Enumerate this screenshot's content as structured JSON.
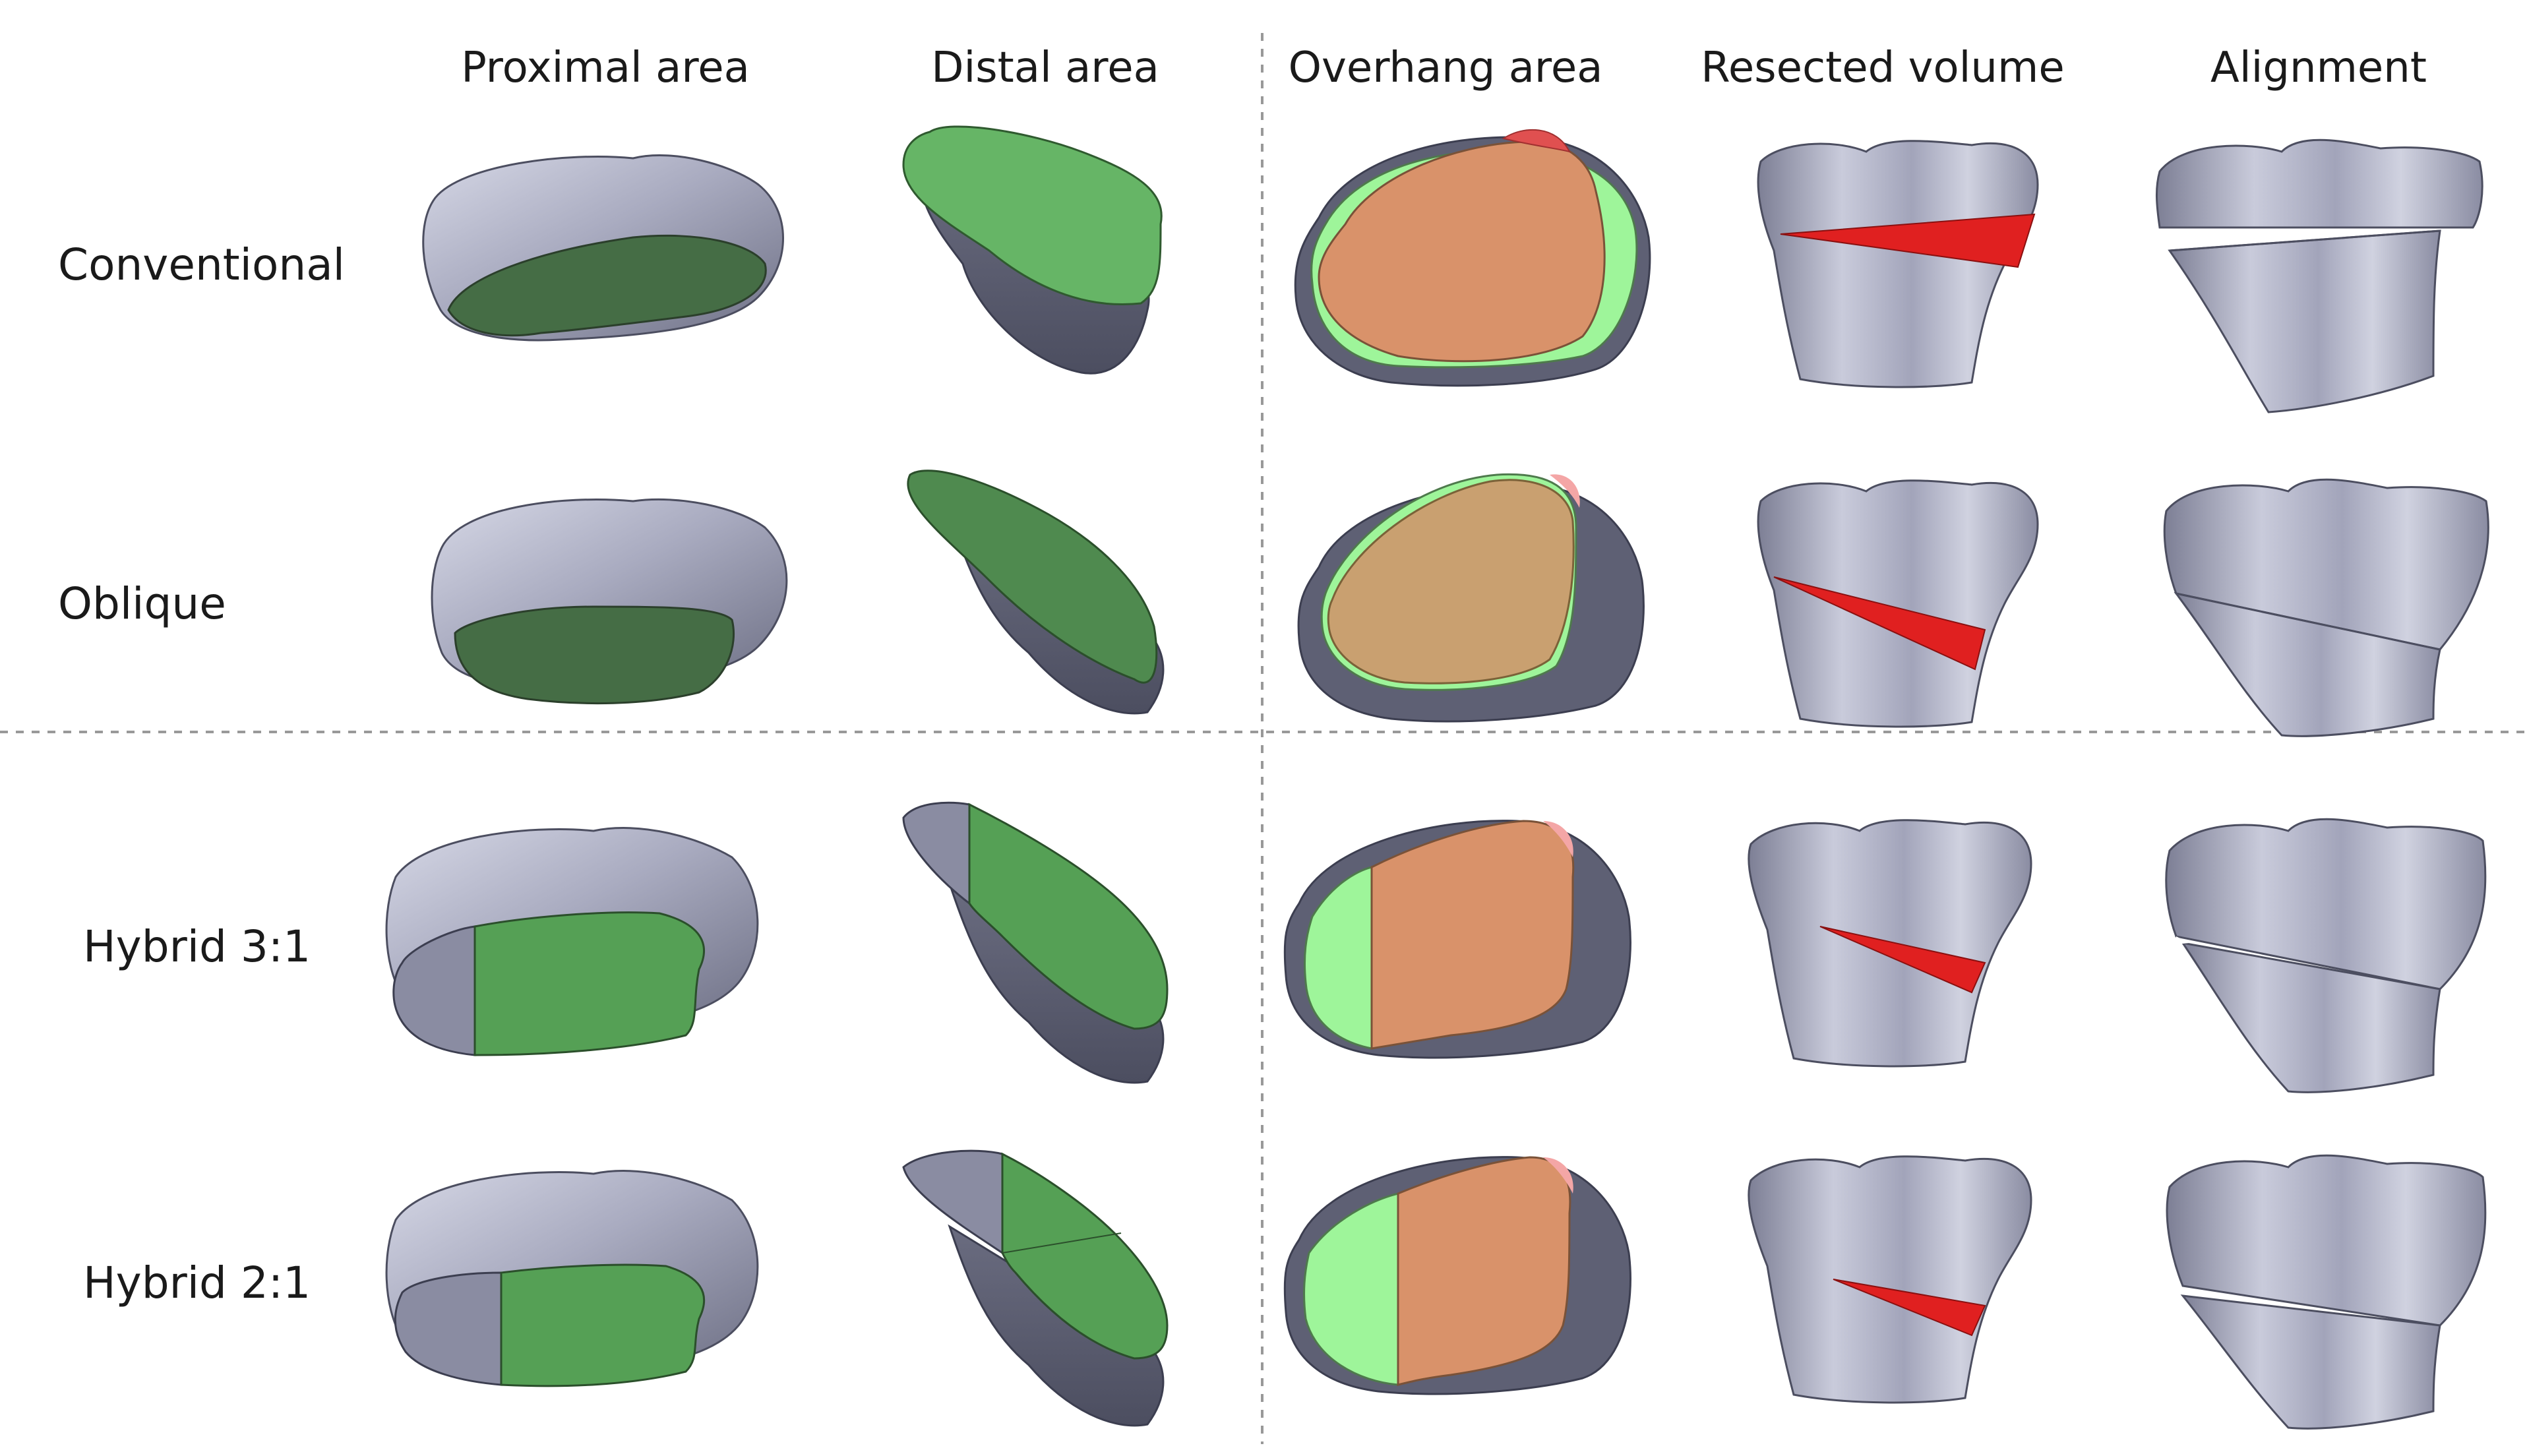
{
  "column_headers": [
    "Proximal area",
    "Distal area",
    "Overhang area",
    "Resected volume",
    "Alignment"
  ],
  "row_headers": [
    "Conventional",
    "Oblique",
    "Hybrid 3:1",
    "Hybrid 2:1"
  ],
  "colors": {
    "bone": "#a9abc0",
    "bone_dark": "#5a5c70",
    "cut_surface_green": "#55a055",
    "overhang_light_green": "#9ef59a",
    "overhang_orange": "#d9926a",
    "overhang_pink": "#f4a6a6",
    "resection_red": "#e02020",
    "divider": "#999999"
  }
}
